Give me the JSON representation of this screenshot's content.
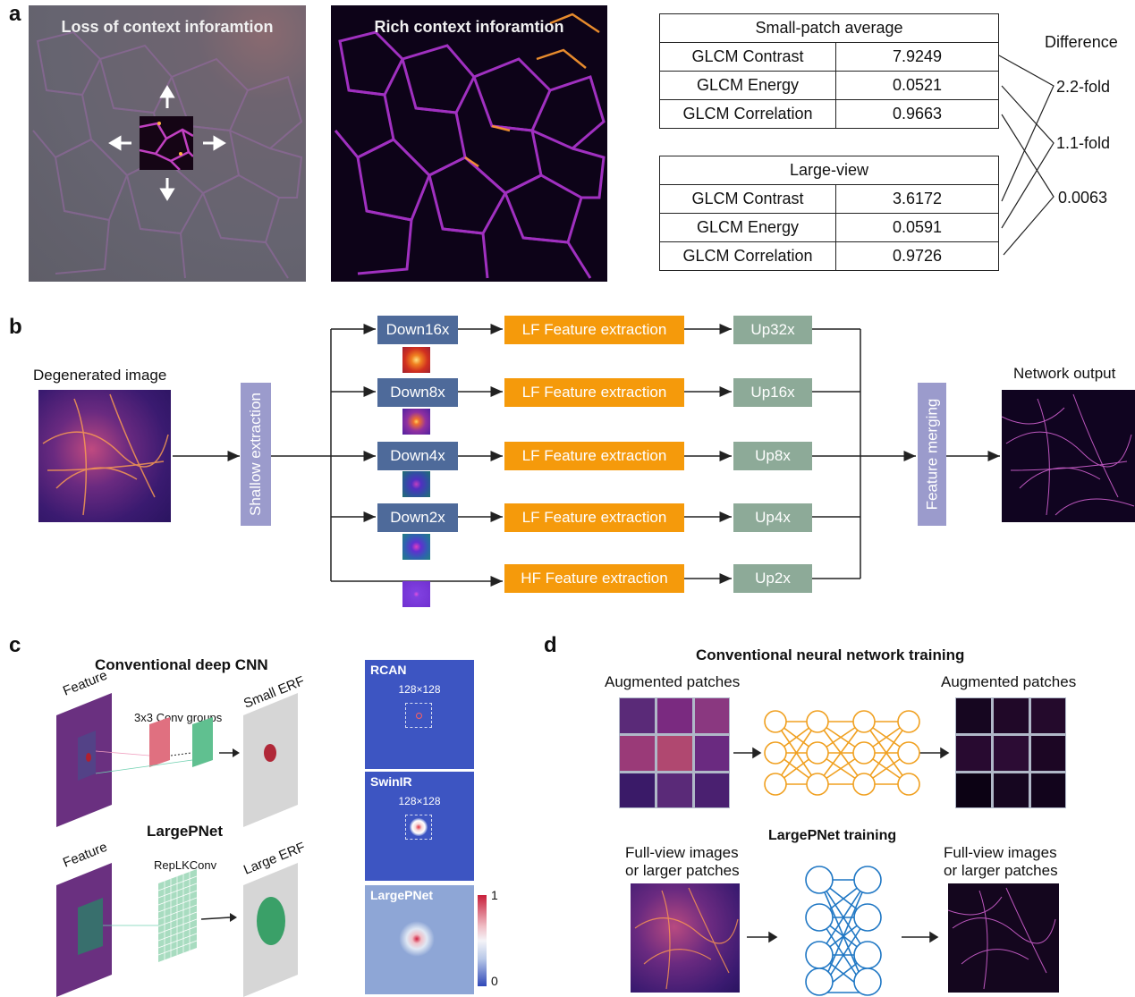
{
  "panels": {
    "a": "a",
    "b": "b",
    "c": "c",
    "d": "d"
  },
  "a": {
    "loss_title": "Loss of context inforamtion",
    "rich_title": "Rich context inforamtion",
    "difference_label": "Difference",
    "small_table": {
      "title": "Small-patch average",
      "rows": [
        {
          "metric": "GLCM Contrast",
          "value": "7.9249"
        },
        {
          "metric": "GLCM Energy",
          "value": "0.0521"
        },
        {
          "metric": "GLCM Correlation",
          "value": "0.9663"
        }
      ]
    },
    "large_table": {
      "title": "Large-view",
      "rows": [
        {
          "metric": "GLCM Contrast",
          "value": "3.6172"
        },
        {
          "metric": "GLCM Energy",
          "value": "0.0591"
        },
        {
          "metric": "GLCM Correlation",
          "value": "0.9726"
        }
      ]
    },
    "differences": [
      "2.2-fold",
      "1.1-fold",
      "0.0063"
    ]
  },
  "b": {
    "input_label": "Degenerated image",
    "shallow": "Shallow extraction",
    "merging": "Feature merging",
    "output_label": "Network output",
    "branches": [
      {
        "down": "Down16x",
        "feature": "LF Feature extraction",
        "up": "Up32x"
      },
      {
        "down": "Down8x",
        "feature": "LF Feature extraction",
        "up": "Up16x"
      },
      {
        "down": "Down4x",
        "feature": "LF Feature extraction",
        "up": "Up8x"
      },
      {
        "down": "Down2x",
        "feature": "LF Feature extraction",
        "up": "Up4x"
      },
      {
        "down": "",
        "feature": "HF Feature extraction",
        "up": "Up2x"
      }
    ]
  },
  "c": {
    "cnn_title": "Conventional deep CNN",
    "feature": "Feature",
    "conv_groups": "3x3 Conv groups",
    "small_erf": "Small ERF",
    "large_title": "LargePNet",
    "replk": "RepLKConv",
    "large_erf": "Large ERF",
    "erf_maps": [
      {
        "name": "RCAN",
        "size": "128×128"
      },
      {
        "name": "SwinIR",
        "size": "128×128"
      },
      {
        "name": "LargePNet",
        "size": ""
      }
    ],
    "colorbar_max": "1",
    "colorbar_min": "0"
  },
  "d": {
    "conv_title": "Conventional neural network training",
    "aug_in": "Augmented patches",
    "aug_out": "Augmented patches",
    "large_title": "LargePNet training",
    "full_in_1": "Full-view images",
    "full_in_2": "or larger patches",
    "full_out_1": "Full-view images",
    "full_out_2": "or larger patches"
  },
  "colors": {
    "down_block": "#4e6a9a",
    "lf_block": "#f59a0b",
    "up_block": "#8daa98",
    "vertical_block": "#9b9bcc",
    "orange_net": "#f0a020",
    "blue_net": "#1f77c4",
    "erf_map_blue": "#3d55c2"
  }
}
